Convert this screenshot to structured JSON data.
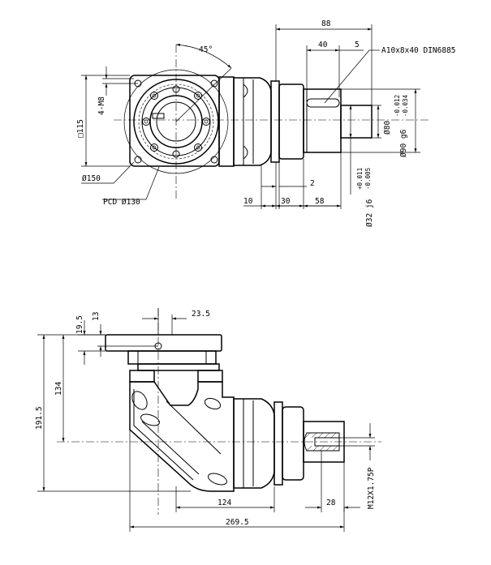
{
  "top_view": {
    "dim_angle": "45°",
    "dim_overall_88": "88",
    "dim_key_40": "40",
    "dim_5": "5",
    "key_label": "A10x8x40 DIN6885",
    "dim_square": "□115",
    "dim_thread": "4-M8",
    "dim_phi150": "Ø150",
    "dim_pcd": "PCD Ø130",
    "dim_phi80": "Ø80",
    "dim_phi90": "Ø90 g6",
    "tol_phi90_upper": "-0.012",
    "tol_phi90_lower": "-0.034",
    "dim_2": "2",
    "dim_10": "10",
    "dim_30": "30",
    "dim_58": "58",
    "dim_phi32": "Ø32 j6",
    "tol_phi32_upper": "+0.011",
    "tol_phi32_lower": "-0.005"
  },
  "front_view": {
    "dim_19_5": "19.5",
    "dim_13": "13",
    "dim_23_5": "23.5",
    "dim_134": "134",
    "dim_191_5": "191.5",
    "dim_124": "124",
    "dim_28": "28",
    "dim_269_5": "269.5",
    "thread_label": "M12X1.75P"
  }
}
